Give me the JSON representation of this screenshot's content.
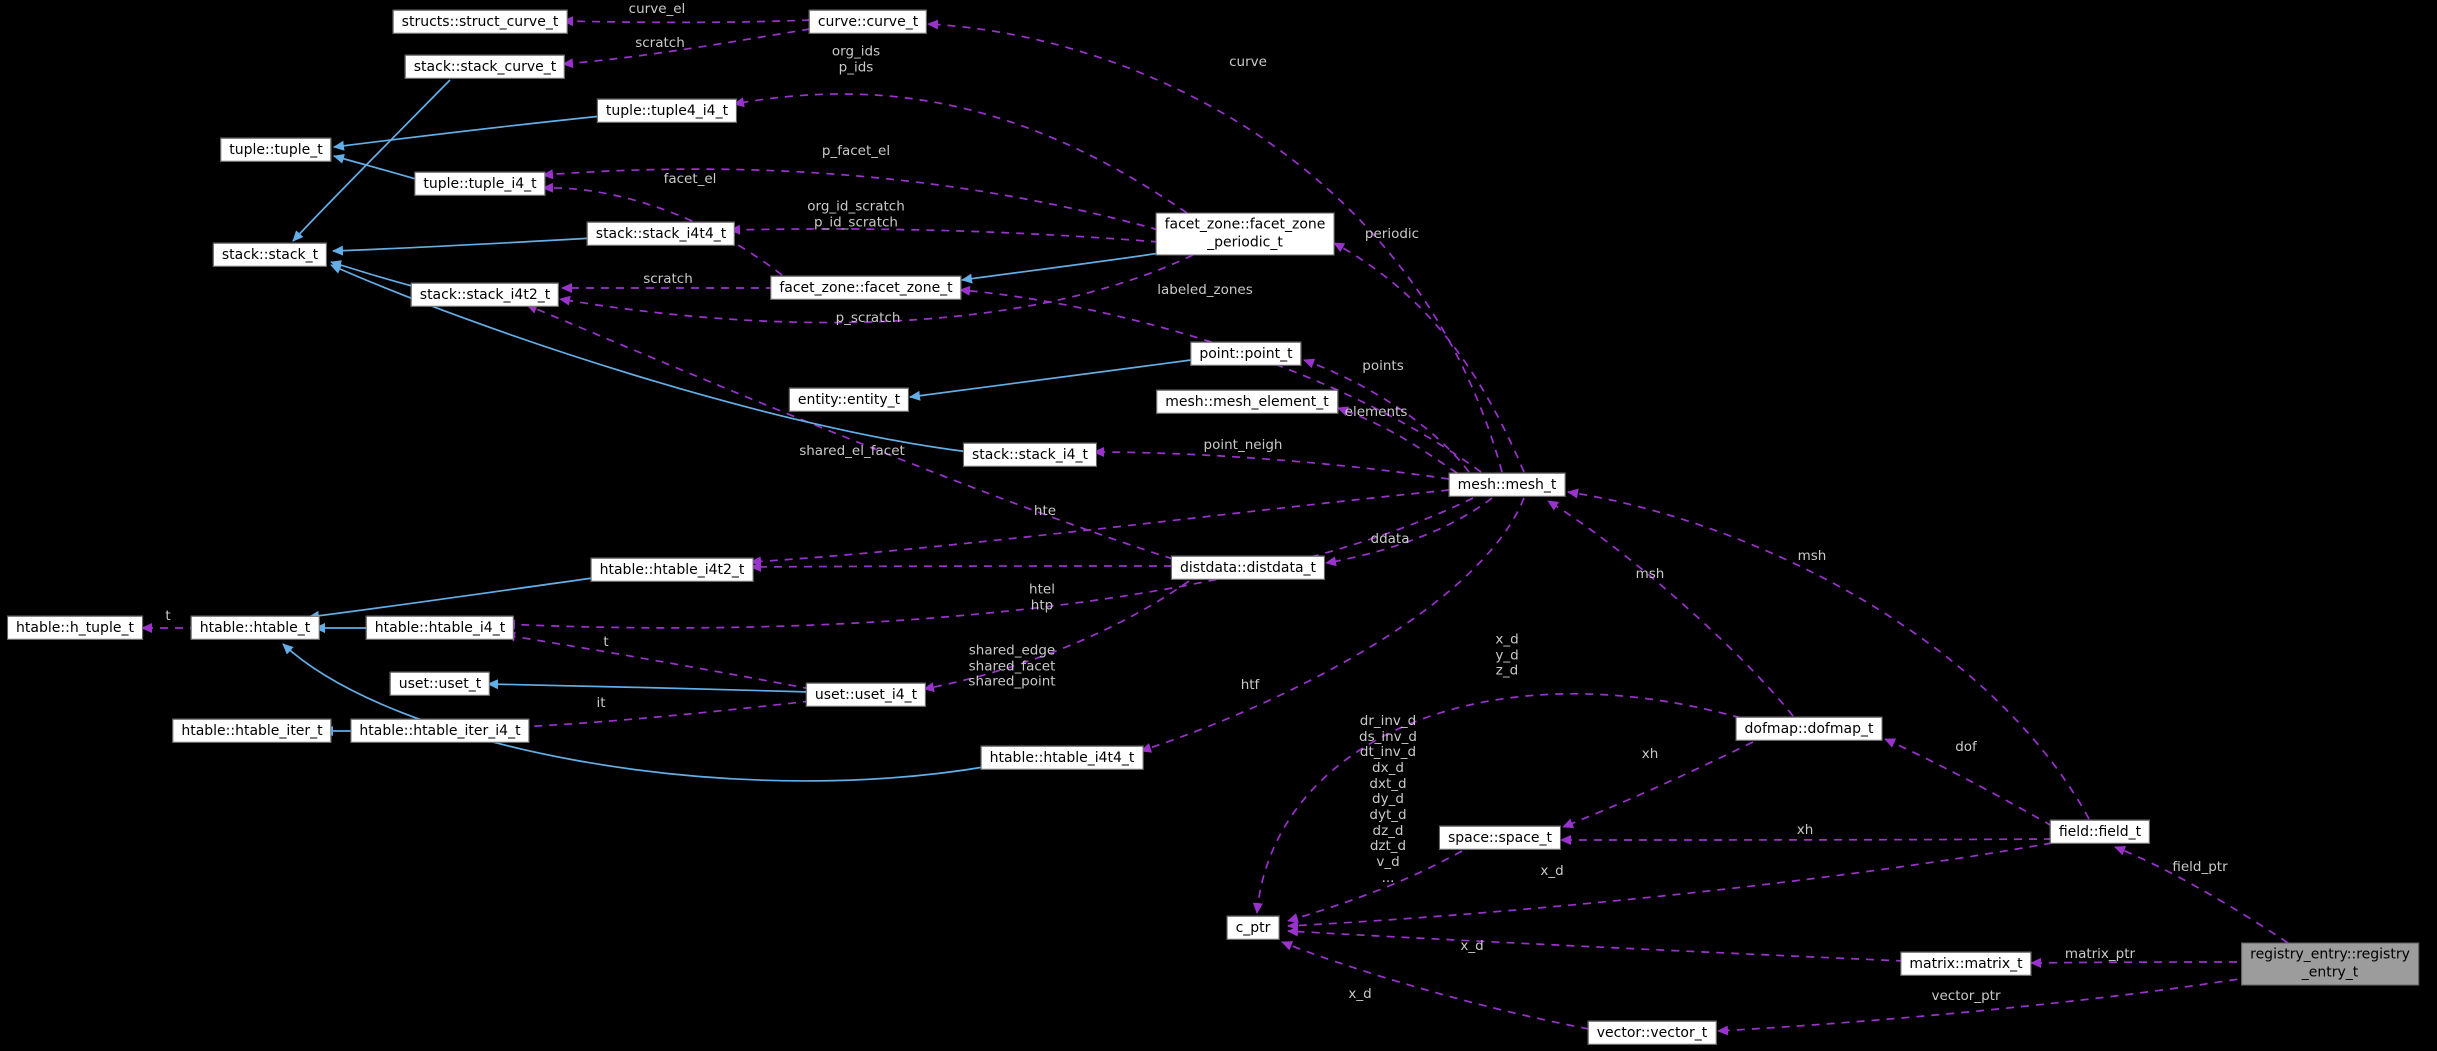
{
  "diagram": {
    "type": "doxygen-collaboration-graph",
    "colors": {
      "background": "#000000",
      "usage_edge": "#9933cc",
      "inheritance_edge": "#63aee6",
      "node_fill": "#ffffff",
      "node_border": "#5f5f5f",
      "node_text": "#000000",
      "edge_label_text": "#c9c9c9",
      "highlight_node_fill": "#9c9c9c"
    },
    "nodes": [
      {
        "id": "struct_curve",
        "label": "structs::struct_curve_t"
      },
      {
        "id": "curve",
        "label": "curve::curve_t"
      },
      {
        "id": "stack_curve",
        "label": "stack::stack_curve_t"
      },
      {
        "id": "tuple4_i4",
        "label": "tuple::tuple4_i4_t"
      },
      {
        "id": "tuple",
        "label": "tuple::tuple_t"
      },
      {
        "id": "tuple_i4",
        "label": "tuple::tuple_i4_t"
      },
      {
        "id": "stack_i4t4",
        "label": "stack::stack_i4t4_t"
      },
      {
        "id": "stack",
        "label": "stack::stack_t"
      },
      {
        "id": "fz_periodic",
        "label": "facet_zone::facet_zone\n_periodic_t"
      },
      {
        "id": "stack_i4t2",
        "label": "stack::stack_i4t2_t"
      },
      {
        "id": "facet_zone",
        "label": "facet_zone::facet_zone_t"
      },
      {
        "id": "point",
        "label": "point::point_t"
      },
      {
        "id": "entity",
        "label": "entity::entity_t"
      },
      {
        "id": "mesh_element",
        "label": "mesh::mesh_element_t"
      },
      {
        "id": "stack_i4",
        "label": "stack::stack_i4_t"
      },
      {
        "id": "mesh",
        "label": "mesh::mesh_t"
      },
      {
        "id": "distdata",
        "label": "distdata::distdata_t"
      },
      {
        "id": "htable_i4t2",
        "label": "htable::htable_i4t2_t"
      },
      {
        "id": "h_tuple",
        "label": "htable::h_tuple_t"
      },
      {
        "id": "htable",
        "label": "htable::htable_t"
      },
      {
        "id": "htable_i4",
        "label": "htable::htable_i4_t"
      },
      {
        "id": "uset",
        "label": "uset::uset_t"
      },
      {
        "id": "uset_i4",
        "label": "uset::uset_i4_t"
      },
      {
        "id": "htable_iter",
        "label": "htable::htable_iter_t"
      },
      {
        "id": "htable_iter_i4",
        "label": "htable::htable_iter_i4_t"
      },
      {
        "id": "htable_i4t4",
        "label": "htable::htable_i4t4_t"
      },
      {
        "id": "dofmap",
        "label": "dofmap::dofmap_t"
      },
      {
        "id": "space",
        "label": "space::space_t"
      },
      {
        "id": "c_ptr",
        "label": "c_ptr"
      },
      {
        "id": "field",
        "label": "field::field_t"
      },
      {
        "id": "registry_entry",
        "label": "registry_entry::registry\n_entry_t",
        "highlight": true
      },
      {
        "id": "matrix",
        "label": "matrix::matrix_t"
      },
      {
        "id": "vector",
        "label": "vector::vector_t"
      }
    ],
    "edges": [
      {
        "from": "curve",
        "to": "struct_curve",
        "kind": "usage",
        "label": "curve_el"
      },
      {
        "from": "curve",
        "to": "stack_curve",
        "kind": "usage",
        "label": "scratch"
      },
      {
        "from": "mesh",
        "to": "curve",
        "kind": "usage",
        "label": "curve"
      },
      {
        "from": "fz_periodic",
        "to": "tuple4_i4",
        "kind": "usage",
        "label": "org_ids\np_ids"
      },
      {
        "from": "fz_periodic",
        "to": "tuple_i4",
        "kind": "usage",
        "label": "p_facet_el"
      },
      {
        "from": "facet_zone",
        "to": "tuple_i4",
        "kind": "usage",
        "label": "facet_el"
      },
      {
        "from": "fz_periodic",
        "to": "stack_i4t4",
        "kind": "usage",
        "label": "org_id_scratch\np_id_scratch"
      },
      {
        "from": "facet_zone",
        "to": "stack_i4t2",
        "kind": "usage",
        "label": "scratch"
      },
      {
        "from": "fz_periodic",
        "to": "stack_i4t2",
        "kind": "usage",
        "label": "p_scratch"
      },
      {
        "from": "mesh",
        "to": "fz_periodic",
        "kind": "usage",
        "label": "periodic"
      },
      {
        "from": "mesh",
        "to": "facet_zone",
        "kind": "usage",
        "label": "labeled_zones"
      },
      {
        "from": "mesh",
        "to": "point",
        "kind": "usage",
        "label": "points"
      },
      {
        "from": "mesh",
        "to": "mesh_element",
        "kind": "usage",
        "label": "elements"
      },
      {
        "from": "mesh",
        "to": "stack_i4",
        "kind": "usage",
        "label": "point_neigh"
      },
      {
        "from": "mesh",
        "to": "htable_i4t2",
        "kind": "usage",
        "label": "hte"
      },
      {
        "from": "mesh",
        "to": "distdata",
        "kind": "usage",
        "label": "ddata"
      },
      {
        "from": "mesh",
        "to": "htable_i4",
        "kind": "usage",
        "label": "htel\nhtp"
      },
      {
        "from": "mesh",
        "to": "htable_i4t4",
        "kind": "usage",
        "label": "htf"
      },
      {
        "from": "distdata",
        "to": "htable_i4t2",
        "kind": "usage",
        "label": ""
      },
      {
        "from": "distdata",
        "to": "stack_i4t2",
        "kind": "usage",
        "label": "shared_el_facet"
      },
      {
        "from": "distdata",
        "to": "uset_i4",
        "kind": "usage",
        "label": "shared_edge\nshared_facet\nshared_point"
      },
      {
        "from": "uset_i4",
        "to": "htable_i4",
        "kind": "usage",
        "label": "t"
      },
      {
        "from": "uset_i4",
        "to": "htable_iter_i4",
        "kind": "usage",
        "label": "it"
      },
      {
        "from": "htable",
        "to": "h_tuple",
        "kind": "usage",
        "label": "t"
      },
      {
        "from": "dofmap",
        "to": "mesh",
        "kind": "usage",
        "label": "msh"
      },
      {
        "from": "field",
        "to": "mesh",
        "kind": "usage",
        "label": "msh"
      },
      {
        "from": "field",
        "to": "dofmap",
        "kind": "usage",
        "label": "dof"
      },
      {
        "from": "dofmap",
        "to": "space",
        "kind": "usage",
        "label": "xh"
      },
      {
        "from": "field",
        "to": "space",
        "kind": "usage",
        "label": "xh"
      },
      {
        "from": "dofmap",
        "to": "c_ptr",
        "kind": "usage",
        "label": "x_d\ny_d\nz_d"
      },
      {
        "from": "space",
        "to": "c_ptr",
        "kind": "usage",
        "label": "dr_inv_d\nds_inv_d\ndt_inv_d\ndx_d\ndxt_d\ndy_d\ndyt_d\ndz_d\ndzt_d\nv_d\n..."
      },
      {
        "from": "field",
        "to": "c_ptr",
        "kind": "usage",
        "label": "x_d"
      },
      {
        "from": "matrix",
        "to": "c_ptr",
        "kind": "usage",
        "label": "x_d"
      },
      {
        "from": "vector",
        "to": "c_ptr",
        "kind": "usage",
        "label": "x_d"
      },
      {
        "from": "registry_entry",
        "to": "field",
        "kind": "usage",
        "label": "field_ptr"
      },
      {
        "from": "registry_entry",
        "to": "matrix",
        "kind": "usage",
        "label": "matrix_ptr"
      },
      {
        "from": "registry_entry",
        "to": "vector",
        "kind": "usage",
        "label": "vector_ptr"
      },
      {
        "from": "stack_curve",
        "to": "stack",
        "kind": "inheritance",
        "label": ""
      },
      {
        "from": "tuple4_i4",
        "to": "tuple",
        "kind": "inheritance",
        "label": ""
      },
      {
        "from": "tuple_i4",
        "to": "tuple",
        "kind": "inheritance",
        "label": ""
      },
      {
        "from": "stack_i4t4",
        "to": "stack",
        "kind": "inheritance",
        "label": ""
      },
      {
        "from": "stack_i4t2",
        "to": "stack",
        "kind": "inheritance",
        "label": ""
      },
      {
        "from": "stack_i4",
        "to": "stack",
        "kind": "inheritance",
        "label": ""
      },
      {
        "from": "fz_periodic",
        "to": "facet_zone",
        "kind": "inheritance",
        "label": ""
      },
      {
        "from": "point",
        "to": "entity",
        "kind": "inheritance",
        "label": ""
      },
      {
        "from": "htable_i4",
        "to": "htable",
        "kind": "inheritance",
        "label": ""
      },
      {
        "from": "htable_i4t2",
        "to": "htable",
        "kind": "inheritance",
        "label": ""
      },
      {
        "from": "htable_i4t4",
        "to": "htable",
        "kind": "inheritance",
        "label": ""
      },
      {
        "from": "htable_iter_i4",
        "to": "htable_iter",
        "kind": "inheritance",
        "label": ""
      },
      {
        "from": "uset_i4",
        "to": "uset",
        "kind": "inheritance",
        "label": ""
      }
    ]
  }
}
